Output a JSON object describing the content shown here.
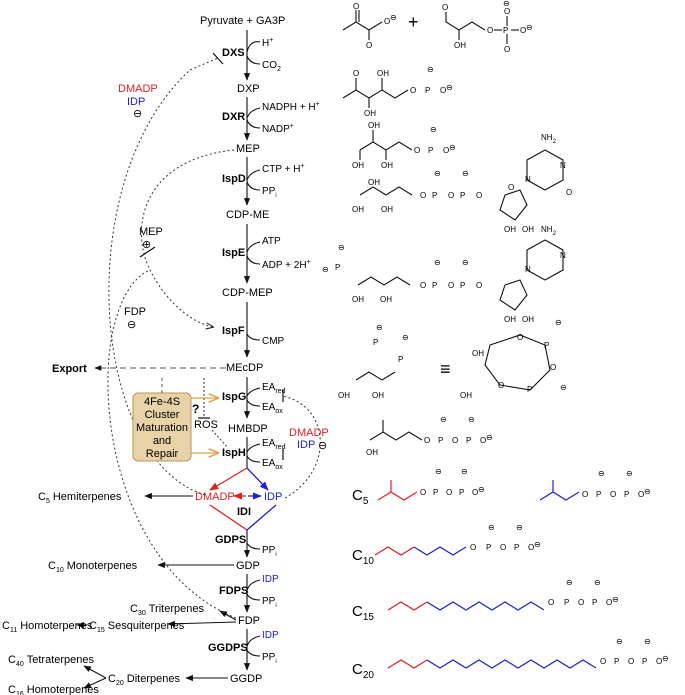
{
  "pathway": {
    "metabolites": {
      "pyruvate_ga3p": "Pyruvate + GA3P",
      "dxp": "DXP",
      "mep": "MEP",
      "cdp_me": "CDP-ME",
      "cdp_mep": "CDP-MEP",
      "mecdp": "MEcDP",
      "hmbdp": "HMBDP",
      "dmadp": "DMADP",
      "idp": "IDP",
      "gdp": "GDP",
      "fdp": "FDP",
      "ggdp": "GGDP"
    },
    "enzymes": {
      "dxs": "DXS",
      "dxr": "DXR",
      "ispd": "IspD",
      "ispe": "IspE",
      "ispf": "IspF",
      "ispg": "IspG",
      "isph": "IspH",
      "idi": "IDI",
      "gdps": "GDPS",
      "fdps": "FDPS",
      "ggdps": "GGDPS"
    },
    "cofactors": {
      "h_plus": "H",
      "co2": "CO",
      "nadph": "NADPH + H",
      "nadp": "NADP",
      "ctp": "CTP + H",
      "pp": "PP",
      "atp": "ATP",
      "adp": "ADP + 2H",
      "cmp": "CMP",
      "ea": "EA",
      "red_sub": "red",
      "ox_sub": "ox",
      "idp_in": "IDP",
      "sup_plus": "+",
      "sub_2": "2",
      "sub_i": "i"
    },
    "regulation": {
      "dmadp": "DMADP",
      "idp": "IDP",
      "minus": "⊖",
      "plus": "⊕",
      "mep": "MEP",
      "fdp": "FDP",
      "ros": "ROS",
      "question": "?"
    },
    "cluster_box": [
      "4Fe-4S",
      "Cluster",
      "Maturation",
      "and",
      "Repair"
    ],
    "outputs": {
      "export": "Export",
      "hemiterpenes": "Hemiterpenes",
      "monoterpenes": "Monoterpenes",
      "triterpenes": "Triterpenes",
      "sesquiterpenes": "Sesquiterpenes",
      "homoterpenes_11": "Homoterpenes",
      "tetraterpenes": "Tetraterpenes",
      "diterpenes": "Diterpenes",
      "homoterpenes_16": "Homoterpenes",
      "c5": "C",
      "c5_sub": "5",
      "c10": "C",
      "c10_sub": "10",
      "c11": "C",
      "c11_sub": "11",
      "c15": "C",
      "c15_sub": "15",
      "c16": "C",
      "c16_sub": "16",
      "c20": "C",
      "c20_sub": "20",
      "c30": "C",
      "c30_sub": "30",
      "c40": "C",
      "c40_sub": "40"
    }
  },
  "structures": {
    "carbon_labels": [
      {
        "c": "C",
        "sub": "5"
      },
      {
        "c": "C",
        "sub": "10"
      },
      {
        "c": "C",
        "sub": "15"
      },
      {
        "c": "C",
        "sub": "20"
      }
    ],
    "atoms": {
      "o": "O",
      "oh": "OH",
      "p": "P",
      "n": "N",
      "nh2": "NH",
      "nh2_sub": "2",
      "minus": "⊖",
      "plus_sign": "+",
      "equiv": "≡"
    }
  },
  "colors": {
    "dmadp": "#e02020",
    "idp": "#2020d0",
    "cluster_box_fill": "#e8d2a8",
    "cluster_box_stroke": "#b8965c",
    "arrow_orange": "#d9a544"
  }
}
